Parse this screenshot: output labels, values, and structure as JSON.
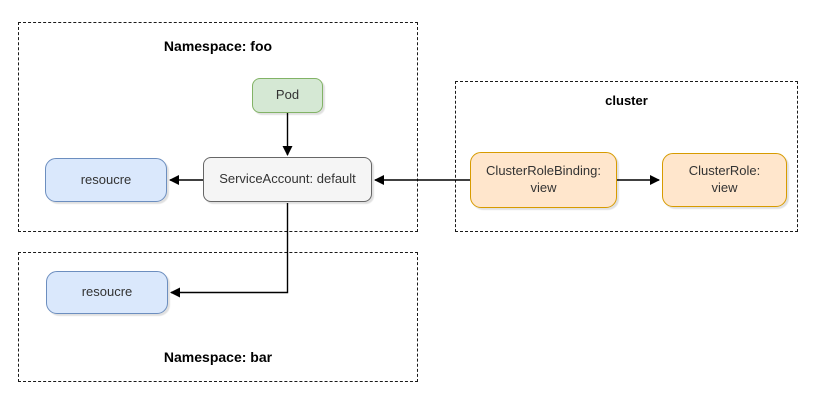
{
  "containers": {
    "namespace_foo": {
      "title": "Namespace: foo"
    },
    "cluster": {
      "title": "cluster"
    },
    "namespace_bar": {
      "title": "Namespace: bar"
    }
  },
  "nodes": {
    "pod": {
      "label": "Pod",
      "fill": "#d5e8d4",
      "border": "#82b366"
    },
    "service_account": {
      "label": "ServiceAccount: default",
      "fill": "#f5f5f5",
      "border": "#666666"
    },
    "resource_foo": {
      "label": "resoucre",
      "fill": "#dae8fc",
      "border": "#6c8ebf"
    },
    "cluster_role_binding": {
      "label": "ClusterRoleBinding:\nview",
      "fill": "#ffe6cc",
      "border": "#d79b00"
    },
    "cluster_role": {
      "label": "ClusterRole:\nview",
      "fill": "#ffe6cc",
      "border": "#d79b00"
    },
    "resource_bar": {
      "label": "resoucre",
      "fill": "#dae8fc",
      "border": "#6c8ebf"
    }
  },
  "edges": [
    {
      "from": "pod",
      "to": "service_account"
    },
    {
      "from": "service_account",
      "to": "resource_foo"
    },
    {
      "from": "cluster_role_binding",
      "to": "service_account"
    },
    {
      "from": "cluster_role_binding",
      "to": "cluster_role"
    },
    {
      "from": "service_account",
      "to": "resource_bar"
    }
  ],
  "palette": {
    "line_color": "#000000",
    "container_border": "#1a1a1a",
    "text_color": "#333333",
    "title_color": "#000000"
  }
}
